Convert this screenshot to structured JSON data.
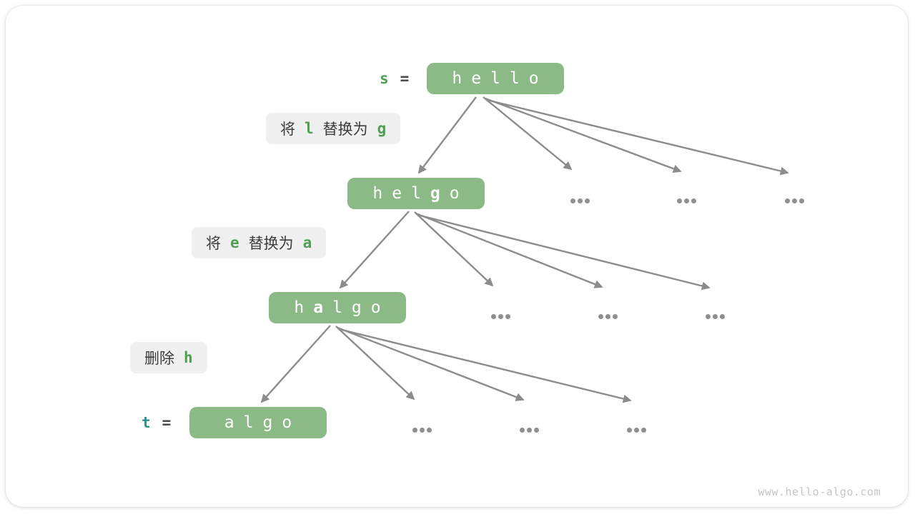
{
  "variables": {
    "s": {
      "name": "s",
      "equals": "="
    },
    "t": {
      "name": "t",
      "equals": "="
    }
  },
  "nodes": {
    "hello": {
      "chars": [
        "h",
        "e",
        "l",
        "l",
        "o"
      ]
    },
    "helgo": {
      "chars": [
        "h",
        "e",
        "l",
        "g",
        "o"
      ],
      "highlight": "g"
    },
    "halgo": {
      "chars": [
        "h",
        "a",
        "l",
        "g",
        "o"
      ],
      "highlight": "a"
    },
    "algo": {
      "chars": [
        "a",
        "l",
        "g",
        "o"
      ]
    }
  },
  "operations": [
    {
      "pre": "将",
      "code1": "l",
      "mid": "替换为",
      "code2": "g"
    },
    {
      "pre": "将",
      "code1": "e",
      "mid": "替换为",
      "code2": "a"
    },
    {
      "pre": "删除",
      "code1": "h"
    }
  ],
  "ellipsis": "...",
  "watermark": "www.hello-algo.com",
  "colors": {
    "node_green": "#8bba86",
    "code_green": "#4ea052",
    "var_teal": "#2f8f8d",
    "label_bg": "#f0f0f0",
    "text_dark": "#3d3d3d",
    "arrow_gray": "#8c8c8c",
    "dot_gray": "#8f8f8f",
    "watermark_gray": "#c6c6c6"
  }
}
